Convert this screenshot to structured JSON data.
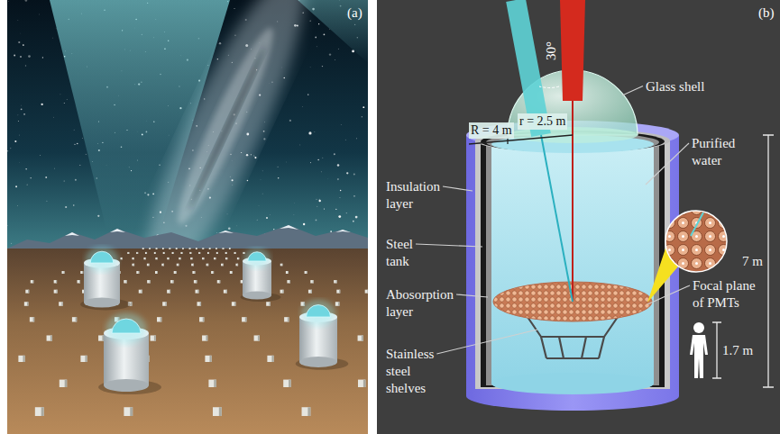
{
  "diagram": {
    "labels": [
      "(a)",
      "(b)",
      "30°",
      "R = 4 m",
      "r = 2.5 m",
      "Glass shell",
      "Purified water",
      "Insulation layer",
      "Steel tank",
      "Abosorption layer",
      "Focal plane of PMTs",
      "Stainless steel shelves",
      "7 m",
      "1.7 m"
    ]
  }
}
